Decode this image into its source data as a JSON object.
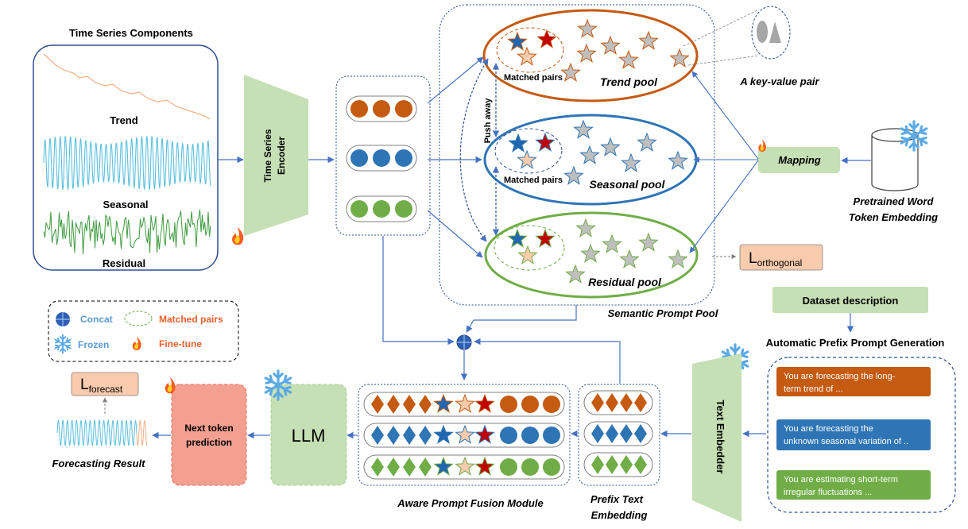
{
  "labels": {
    "ts_components": "Time Series Components",
    "trend": "Trend",
    "seasonal": "Seasonal",
    "residual": "Residual",
    "encoder_l1": "Time Series",
    "encoder_l2": "Encoder",
    "push_away": "Push away",
    "matched_pairs": "Matched pairs",
    "trend_pool": "Trend pool",
    "seasonal_pool": "Seasonal pool",
    "residual_pool": "Residual pool",
    "semantic_prompt_pool": "Semantic Prompt Pool",
    "key_value_pair": "A key-value pair",
    "mapping": "Mapping",
    "pretrained_l1": "Pretrained Word",
    "pretrained_l2": "Token Embedding",
    "l_orth_main": "L",
    "l_orth_sub": "orthogonal",
    "dataset_description": "Dataset description",
    "auto_prefix": "Automatic Prefix Prompt Generation",
    "prompt_trend_l1": "You are forecasting the long-",
    "prompt_trend_l2": "term trend of ...",
    "prompt_seasonal_l1": "You are forecasting the",
    "prompt_seasonal_l2": "unknown seasonal variation of ..",
    "prompt_residual_l1": "You are estimating short-term",
    "prompt_residual_l2": "irregular fluctuations ...",
    "text_embedder": "Text Embedder",
    "prefix_text_l1": "Prefix Text",
    "prefix_text_l2": "Embedding",
    "fusion_module": "Aware Prompt Fusion Module",
    "llm": "LLM",
    "next_token_l1": "Next token",
    "next_token_l2": "prediction",
    "forecasting_result": "Forecasting Result",
    "l_fc_main": "L",
    "l_fc_sub": "forecast",
    "legend_concat": "Concat",
    "legend_matched": "Matched pairs",
    "legend_frozen": "Frozen",
    "legend_finetune": "Fine-tune"
  },
  "colors": {
    "trend": "#c55a11",
    "seasonal": "#2e75b6",
    "residual": "#70ad47",
    "encoder_fill": "#c5e0b4",
    "mapping_fill": "#c5e0b4",
    "loss_fill": "#f8cbad",
    "next_token_fill": "#f4a090",
    "frame_blue": "#2f4f8f",
    "arrow": "#4472c4",
    "trend_line": "#f4b183",
    "seasonal_line": "#5bc0de",
    "residual_line": "#3f9b3f",
    "star_blue": "#2166b0",
    "star_red": "#c00000",
    "star_peach": "#f8cbad",
    "star_gray": "#bfbfbf"
  },
  "icons": [
    "fire-icon",
    "snowflake-icon",
    "concat-icon",
    "star-icon",
    "diamond-icon"
  ]
}
